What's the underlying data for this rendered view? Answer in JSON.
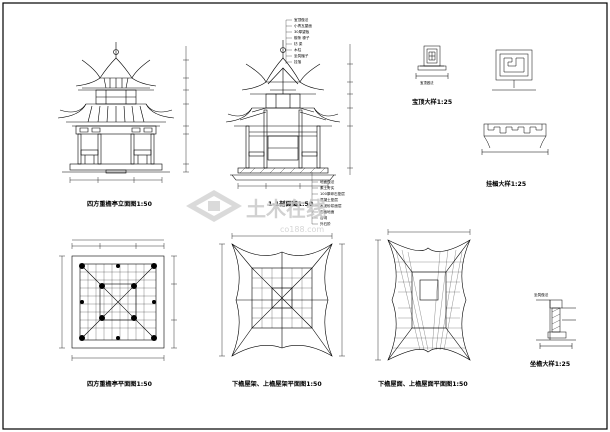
{
  "captions": {
    "front_elevation": "四方重檐亭立面图1:50",
    "section": "1-1剖面图1:50",
    "ridge_detail": "宝顶大样1:25",
    "railing_detail": "挂楣大样1:25",
    "plan": "四方重檐亭平面图1:50",
    "roof_plan_left": "下檐屋架、上檐屋架平面图1:50",
    "roof_plan_right": "下檐屋面、上檐屋面平面图1:50",
    "bench_detail": "坐檐大样1:25"
  },
  "notes": {
    "top_list": [
      "宝顶做法",
      "小青瓦屋面",
      "30厚望板",
      "檩条 椽子",
      "枋 梁",
      "木柱",
      "坐凳楣子",
      "挂落",
      "石柱础"
    ],
    "bottom_list": [
      "地面做法",
      "素土夯实",
      "100厚碎石垫层",
      "混凝土垫层",
      "水泥砂浆面层",
      "石板地面",
      "台明",
      "外石阶"
    ],
    "bench_label": "坐凳做法"
  },
  "watermark": {
    "brand": "土木在线",
    "url": "co188.com"
  },
  "colors": {
    "line": "#000000",
    "watermark": "#c9c9c9"
  }
}
